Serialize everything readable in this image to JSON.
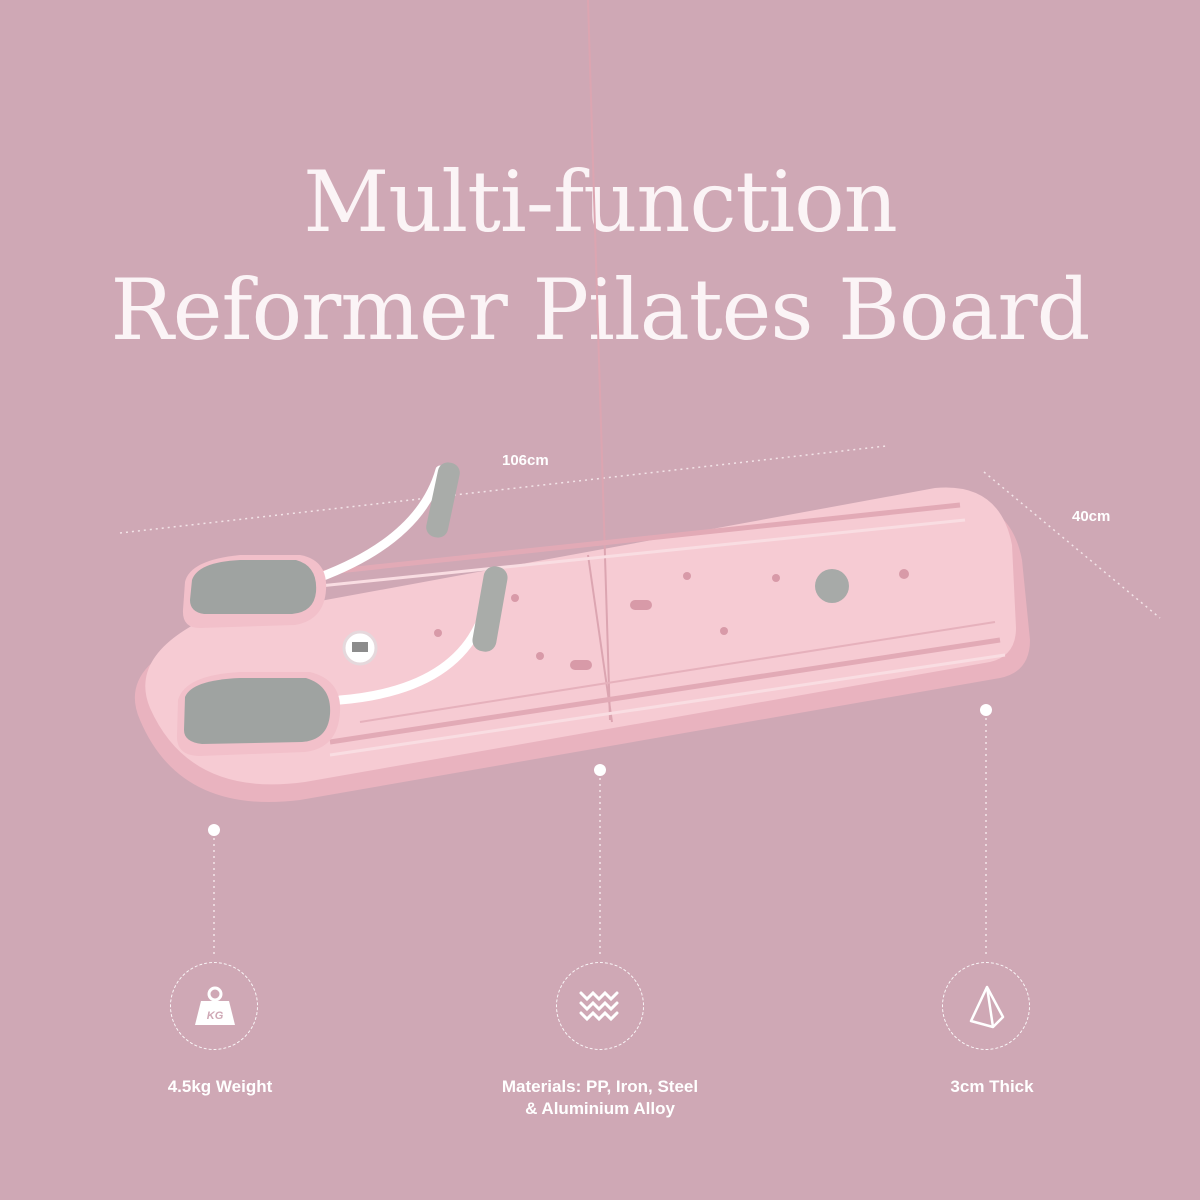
{
  "title": {
    "line1": "Multi-function",
    "line2": "Reformer Pilates Board"
  },
  "dimensions": {
    "length": "106cm",
    "width": "40cm"
  },
  "features": [
    {
      "icon": "weight-kg-icon",
      "icon_text": "KG",
      "label": "4.5kg Weight"
    },
    {
      "icon": "woven-material-icon",
      "label": "Materials: PP, Iron, Steel\n& Aluminium Alloy"
    },
    {
      "icon": "pyramid-thickness-icon",
      "label": "3cm Thick"
    }
  ],
  "colors": {
    "background": "#cfa8b5",
    "board": "#f4c7cf",
    "pad": "#9fa3a1"
  }
}
